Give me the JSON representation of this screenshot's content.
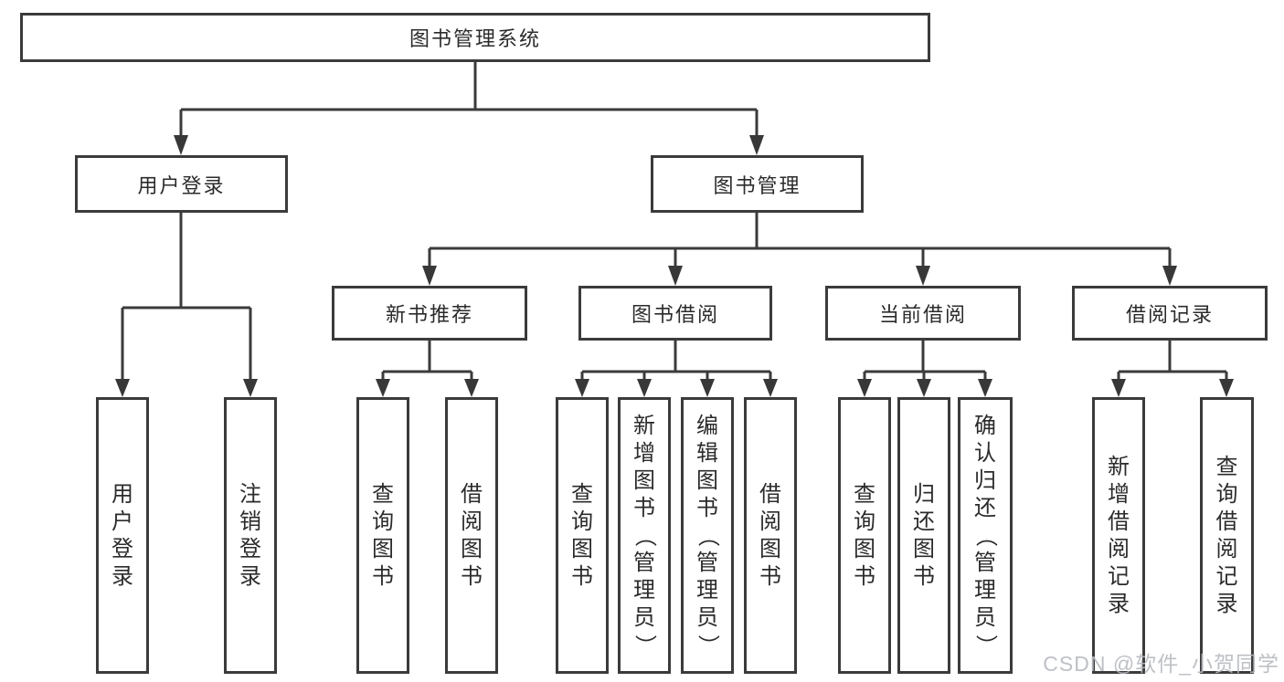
{
  "tree": {
    "root": "图书管理系统",
    "branches": [
      {
        "label": "用户登录",
        "children": [
          "用户登录",
          "注销登录"
        ]
      },
      {
        "label": "图书管理",
        "children": [
          {
            "label": "新书推荐",
            "children": [
              "查询图书",
              "借阅图书"
            ]
          },
          {
            "label": "图书借阅",
            "children": [
              "查询图书",
              "新增图书（管理员）",
              "编辑图书（管理员）",
              "借阅图书"
            ]
          },
          {
            "label": "当前借阅",
            "children": [
              "查询图书",
              "归还图书",
              "确认归还（管理员）"
            ]
          },
          {
            "label": "借阅记录",
            "children": [
              "新增借阅记录",
              "查询借阅记录"
            ]
          }
        ]
      }
    ]
  },
  "colors": {
    "line": "#3b3b3b",
    "text": "#2b2b2b",
    "watermark": "#b6babf",
    "background": "#ffffff"
  },
  "watermark": "CSDN @软件_小贺同学"
}
